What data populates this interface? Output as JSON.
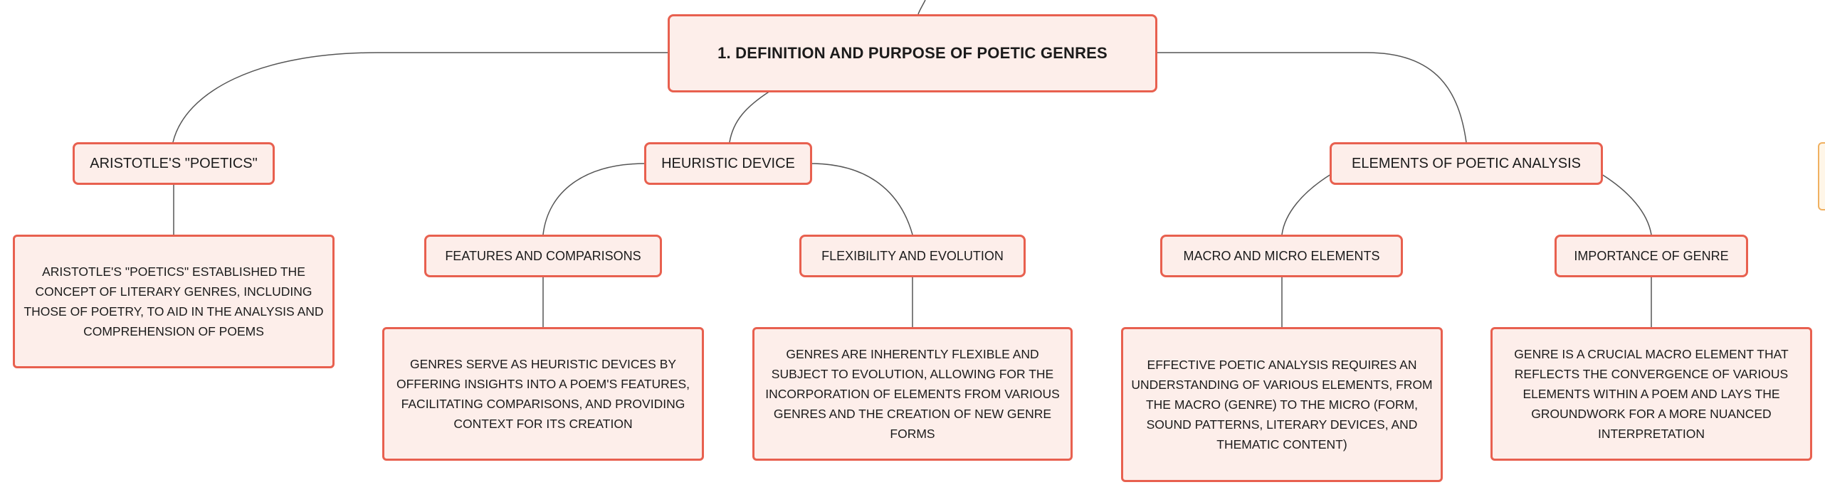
{
  "diagram": {
    "root": {
      "label": "1. DEFINITION AND PURPOSE OF POETIC GENRES"
    },
    "branches": [
      {
        "label": "ARISTOTLE'S \"POETICS\"",
        "children": [
          {
            "label": "ARISTOTLE'S \"POETICS\" ESTABLISHED THE CONCEPT OF LITERARY GENRES, INCLUDING THOSE OF POETRY, TO AID IN THE ANALYSIS AND COMPREHENSION OF POEMS"
          }
        ]
      },
      {
        "label": "HEURISTIC DEVICE",
        "children": [
          {
            "label": "FEATURES AND COMPARISONS",
            "detail": "GENRES SERVE AS HEURISTIC DEVICES BY OFFERING INSIGHTS INTO A POEM'S FEATURES, FACILITATING COMPARISONS, AND PROVIDING CONTEXT FOR ITS CREATION"
          },
          {
            "label": "FLEXIBILITY AND EVOLUTION",
            "detail": "GENRES ARE INHERENTLY FLEXIBLE AND SUBJECT TO EVOLUTION, ALLOWING FOR THE INCORPORATION OF ELEMENTS FROM VARIOUS GENRES AND THE CREATION OF NEW GENRE FORMS"
          }
        ]
      },
      {
        "label": "ELEMENTS OF POETIC ANALYSIS",
        "children": [
          {
            "label": "MACRO AND MICRO ELEMENTS",
            "detail": "EFFECTIVE POETIC ANALYSIS REQUIRES AN UNDERSTANDING OF VARIOUS ELEMENTS, FROM THE MACRO (GENRE) TO THE MICRO (FORM, SOUND PATTERNS, LITERARY DEVICES, AND THEMATIC CONTENT)"
          },
          {
            "label": "IMPORTANCE OF GENRE",
            "detail": "GENRE IS A CRUCIAL MACRO ELEMENT THAT REFLECTS THE CONVERGENCE OF VARIOUS ELEMENTS WITHIN A POEM AND LAYS THE GROUNDWORK FOR A MORE NUANCED INTERPRETATION"
          }
        ]
      }
    ]
  },
  "colors": {
    "node_fill": "#fdeeea",
    "node_border": "#e8604f",
    "connector": "#555555"
  }
}
